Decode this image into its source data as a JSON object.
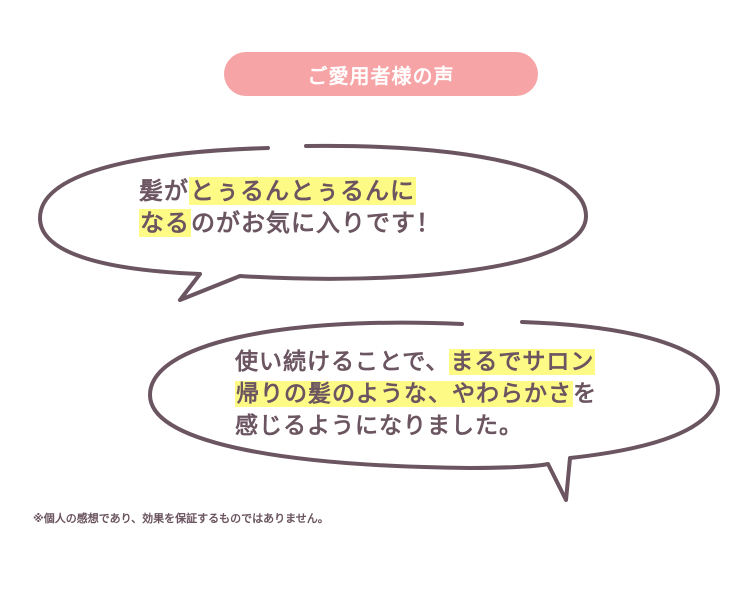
{
  "header": {
    "title": "ご愛用者様の声"
  },
  "testimonials": [
    {
      "lines": [
        [
          {
            "text": "髪が",
            "highlight": false
          },
          {
            "text": "とぅるんとぅるんに",
            "highlight": true
          }
        ],
        [
          {
            "text": "なる",
            "highlight": true
          },
          {
            "text": "のがお気に入りです！",
            "highlight": false
          }
        ]
      ]
    },
    {
      "lines": [
        [
          {
            "text": "使い続けることで、",
            "highlight": false
          },
          {
            "text": "まるでサロン",
            "highlight": true
          }
        ],
        [
          {
            "text": "帰りの髪のような、やわらかさ",
            "highlight": true
          },
          {
            "text": "を",
            "highlight": false
          }
        ],
        [
          {
            "text": "感じるようになりました。",
            "highlight": false
          }
        ]
      ]
    }
  ],
  "disclaimer": "※個人の感想であり、効果を保証するものではありません。",
  "colors": {
    "pill": "#f7a4a6",
    "highlight": "#fdfb86",
    "text": "#6b5560",
    "outline": "#6b5560"
  }
}
